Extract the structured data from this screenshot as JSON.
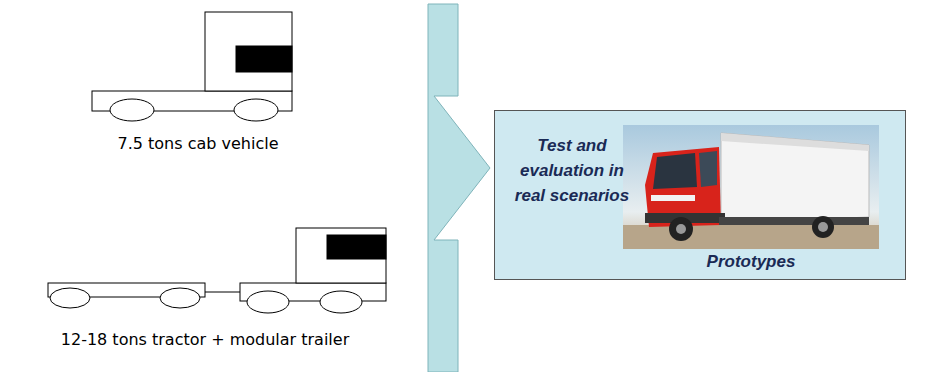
{
  "diagram": {
    "nodes": [
      {
        "text": [
          "Test and evaluation in real scenarios",
          "Prototypes"
        ]
      }
    ],
    "labels": [
      "7.5 tons cab vehicle",
      "12-18 tons tractor + modular trailer"
    ]
  }
}
